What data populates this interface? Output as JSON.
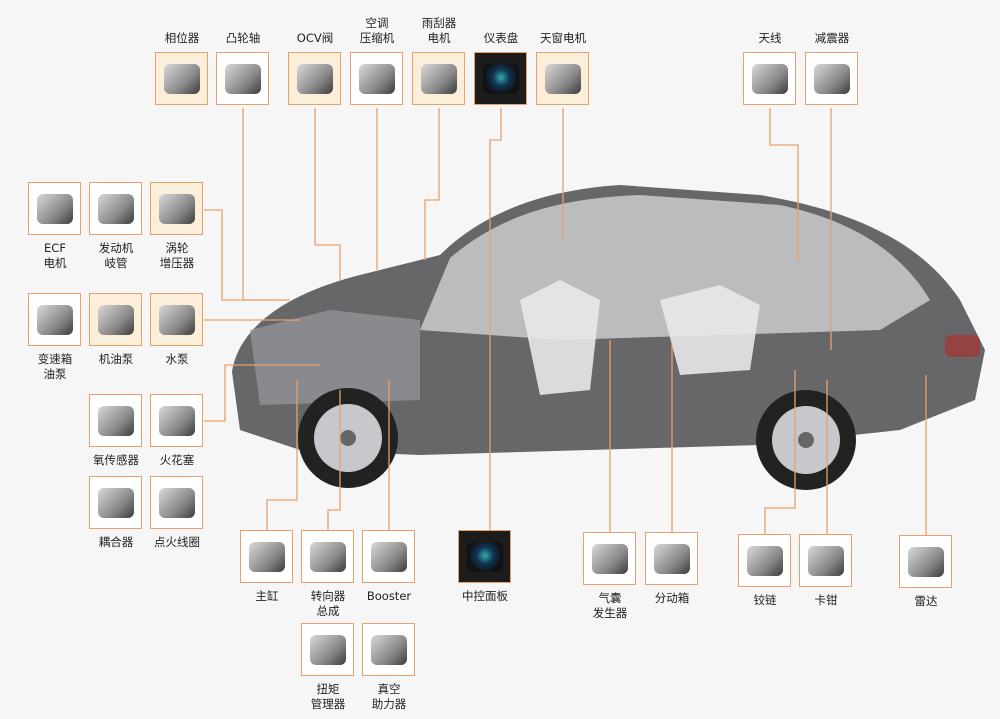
{
  "title": "汽车零部件分布图",
  "parts": [
    {
      "id": "phaser",
      "lines": [
        "相位器"
      ],
      "highlight": true
    },
    {
      "id": "camshaft",
      "lines": [
        "凸轮轴"
      ],
      "highlight": false
    },
    {
      "id": "ocv-valve",
      "lines": [
        "OCV阀"
      ],
      "highlight": true
    },
    {
      "id": "ac-compressor",
      "lines": [
        "空调",
        "压缩机"
      ],
      "highlight": false
    },
    {
      "id": "wiper-motor",
      "lines": [
        "雨刮器",
        "电机"
      ],
      "highlight": true
    },
    {
      "id": "instrument-panel",
      "lines": [
        "仪表盘"
      ],
      "highlight": false,
      "dark": true
    },
    {
      "id": "sunroof-motor",
      "lines": [
        "天窗电机"
      ],
      "highlight": true
    },
    {
      "id": "antenna",
      "lines": [
        "天线"
      ],
      "highlight": false
    },
    {
      "id": "shock-absorber",
      "lines": [
        "减震器"
      ],
      "highlight": false
    },
    {
      "id": "ecf-motor",
      "lines": [
        "ECF",
        "电机"
      ],
      "highlight": false
    },
    {
      "id": "engine-manifold",
      "lines": [
        "发动机",
        "岐管"
      ],
      "highlight": false
    },
    {
      "id": "turbocharger",
      "lines": [
        "涡轮",
        "增压器"
      ],
      "highlight": true
    },
    {
      "id": "transmission-oil-pump",
      "lines": [
        "变速箱",
        "油泵"
      ],
      "highlight": false
    },
    {
      "id": "oil-pump",
      "lines": [
        "机油泵"
      ],
      "highlight": true
    },
    {
      "id": "water-pump",
      "lines": [
        "水泵"
      ],
      "highlight": true
    },
    {
      "id": "oxygen-sensor",
      "lines": [
        "氧传感器"
      ],
      "highlight": false
    },
    {
      "id": "spark-plug",
      "lines": [
        "火花塞"
      ],
      "highlight": false
    },
    {
      "id": "coupler",
      "lines": [
        "耦合器"
      ],
      "highlight": false
    },
    {
      "id": "ignition-coil",
      "lines": [
        "点火线圈"
      ],
      "highlight": false
    },
    {
      "id": "master-cylinder",
      "lines": [
        "主缸"
      ],
      "highlight": false
    },
    {
      "id": "steering-assembly",
      "lines": [
        "转向器",
        "总成"
      ],
      "highlight": false
    },
    {
      "id": "booster",
      "lines": [
        "Booster"
      ],
      "highlight": false
    },
    {
      "id": "torque-manager",
      "lines": [
        "扭矩",
        "管理器"
      ],
      "highlight": false
    },
    {
      "id": "vacuum-booster",
      "lines": [
        "真空",
        "助力器"
      ],
      "highlight": false
    },
    {
      "id": "center-console",
      "lines": [
        "中控面板"
      ],
      "highlight": false,
      "dark": true
    },
    {
      "id": "airbag-generator",
      "lines": [
        "气囊",
        "发生器"
      ],
      "highlight": false
    },
    {
      "id": "transfer-case",
      "lines": [
        "分动箱"
      ],
      "highlight": false
    },
    {
      "id": "hinge",
      "lines": [
        "铰链"
      ],
      "highlight": false
    },
    {
      "id": "caliper",
      "lines": [
        "卡钳"
      ],
      "highlight": false
    },
    {
      "id": "radar",
      "lines": [
        "雷达"
      ],
      "highlight": false
    }
  ],
  "colors": {
    "accent": "#e9a06a",
    "car": "#4a4a4c"
  }
}
